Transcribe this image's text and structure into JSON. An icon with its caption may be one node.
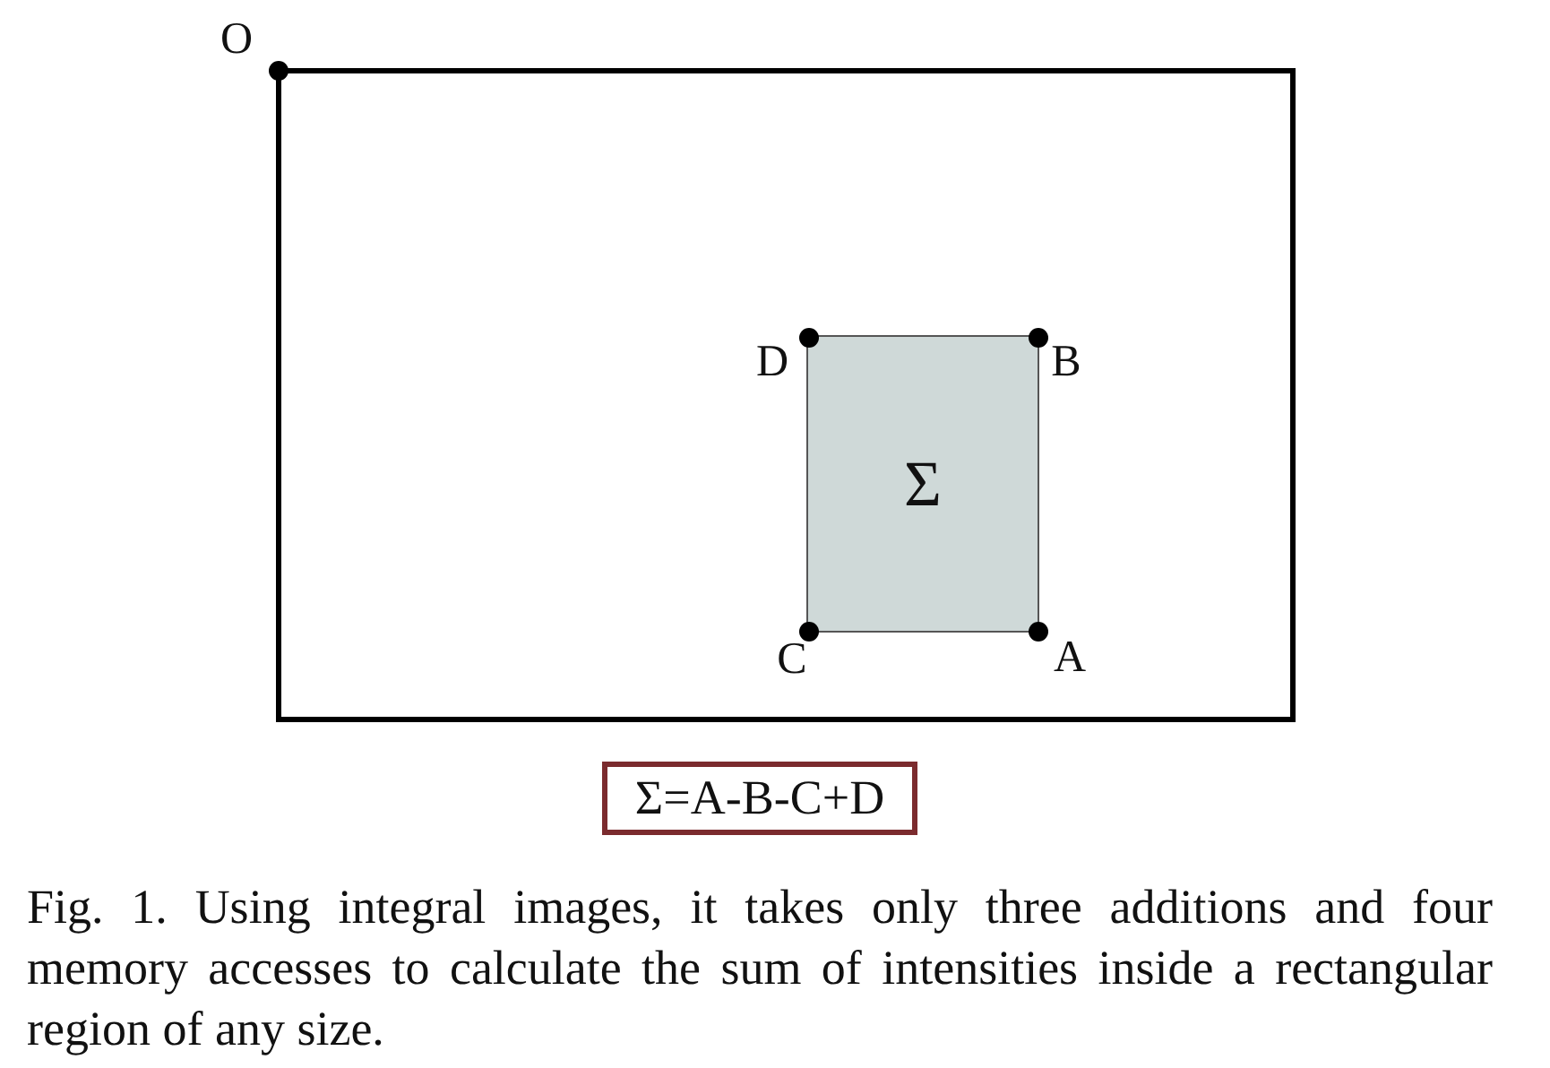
{
  "diagram": {
    "caption": "Fig. 1. Using integral images, it takes only three additions and four memory accesses to calculate the sum of intensities inside a rectangular region of any size.",
    "nodes": [
      {
        "text": [],
        "shape": "box"
      },
      {
        "text": [
          "Σ"
        ],
        "in": 0
      },
      {
        "text": [
          "Σ=A-B-C+D"
        ]
      }
    ],
    "labels": [
      "O",
      "D",
      "B",
      "C",
      "A"
    ]
  }
}
